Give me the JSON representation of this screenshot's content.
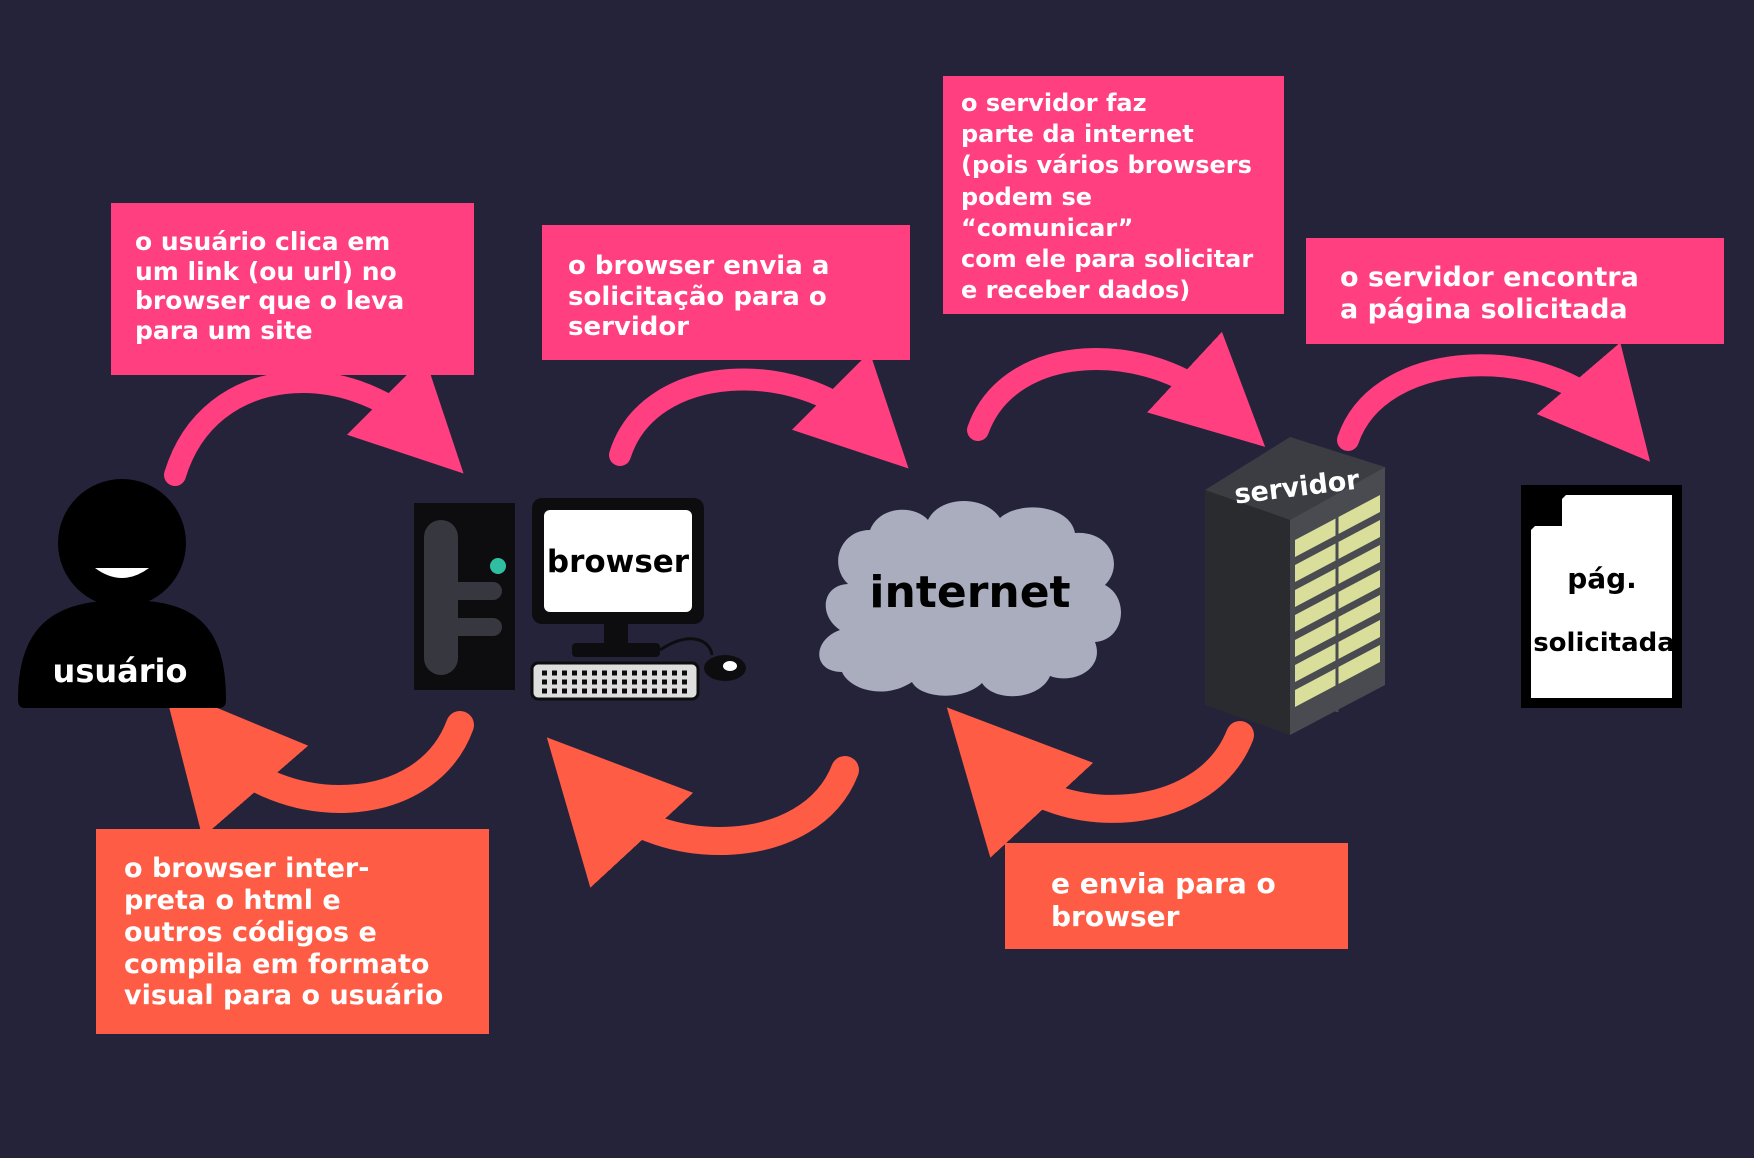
{
  "notes": {
    "click": "o usuário clica em\num link (ou url) no\nbrowser que o leva\npara um site",
    "request": "o browser envia a\nsolicitação para o\nservidor",
    "server_part": "o servidor faz\nparte da internet\n(pois vários browsers\npodem se “comunicar”\ncom ele para solicitar\ne receber dados)",
    "found": "o servidor encontra\na página solicitada",
    "interprets": "o browser inter-\npreta o html e\noutros códigos e\ncompila em formato\nvisual para o usuário",
    "sends_back": "e envia para o\nbrowser"
  },
  "labels": {
    "user": "usuário",
    "browser": "browser",
    "internet": "internet",
    "server": "servidor",
    "page_line1": "pág.",
    "page_line2": "solicitada"
  },
  "colors": {
    "background": "#25233a",
    "forward_arrow": "#ff3f80",
    "return_arrow": "#ff5c45",
    "cloud": "#a9adbd"
  },
  "icons": {
    "user": "person-icon",
    "computer": "desktop-computer-icon",
    "internet": "cloud-icon",
    "server": "server-rack-icon",
    "page": "document-icon"
  }
}
